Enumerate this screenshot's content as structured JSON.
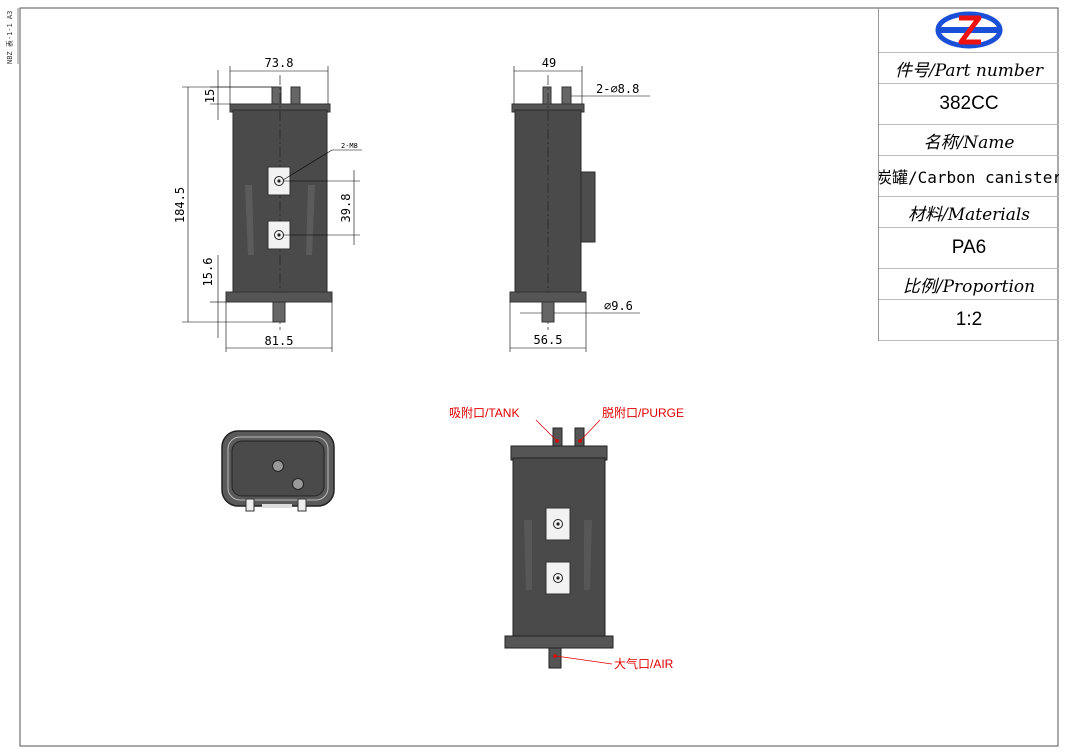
{
  "title_block": {
    "part_number_label": "件号/Part number",
    "part_number": "382CC",
    "name_label": "名称/Name",
    "name": "炭罐/Carbon canister",
    "materials_label": "材料/Materials",
    "material": "PA6",
    "proportion_label": "比例/Proportion",
    "proportion": "1:2"
  },
  "side_label": "NBZ 表-1-1  A3",
  "front_view": {
    "width_top": "73.8",
    "width_bottom": "81.5",
    "height_total": "184.5",
    "top_port": "15",
    "bottom_port": "15.6",
    "bracket_spacing": "39.8",
    "screw_callout": "2-M8"
  },
  "side_view": {
    "width_top": "49",
    "width_bottom": "56.5",
    "port_dia": "2-∅8.8",
    "air_dia": "∅9.6"
  },
  "callouts": {
    "tank": "吸附口/TANK",
    "purge": "脱附口/PURGE",
    "air": "大气口/AIR"
  },
  "colors": {
    "body": "#4a4a4a",
    "callout": "#e00000"
  }
}
